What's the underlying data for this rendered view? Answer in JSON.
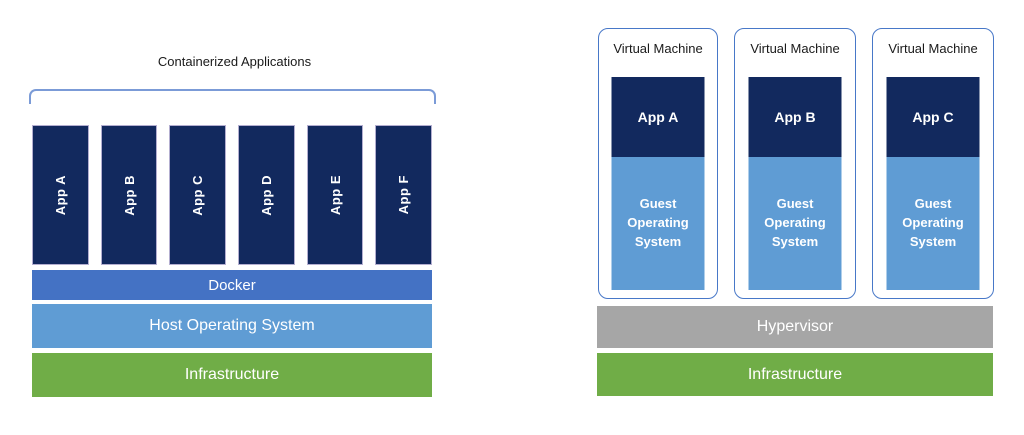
{
  "left_panel": {
    "title": "Containerized Applications",
    "apps": [
      "App A",
      "App B",
      "App C",
      "App D",
      "App E",
      "App F"
    ],
    "layers": [
      {
        "id": "docker",
        "label": "Docker",
        "color": "#4472C4"
      },
      {
        "id": "host-operating-system",
        "label": "Host Operating System",
        "color": "#5F9CD4"
      },
      {
        "id": "infrastructure",
        "label": "Infrastructure",
        "color": "#70AD47"
      }
    ]
  },
  "right_panel": {
    "vms": [
      {
        "title": "Virtual Machine",
        "app_label": "App A",
        "os_label": "Guest Operating System"
      },
      {
        "title": "Virtual Machine",
        "app_label": "App B",
        "os_label": "Guest Operating System"
      },
      {
        "title": "Virtual Machine",
        "app_label": "App C",
        "os_label": "Guest Operating System"
      }
    ],
    "layers": [
      {
        "id": "hypervisor",
        "label": "Hypervisor",
        "color": "#A6A6A6"
      },
      {
        "id": "infrastructure",
        "label": "Infrastructure",
        "color": "#70AD47"
      }
    ]
  },
  "colors": {
    "app_navy": "#12295E",
    "docker_blue": "#4472C4",
    "light_blue": "#5F9CD4",
    "green": "#70AD47",
    "gray": "#A6A6A6",
    "vm_border_blue": "#4878C8",
    "bracket_blue": "#7B9BD7",
    "app_box_border": "#B3AED0",
    "label_white": "#FFFFFF",
    "title_black": "#1A1A1A"
  }
}
